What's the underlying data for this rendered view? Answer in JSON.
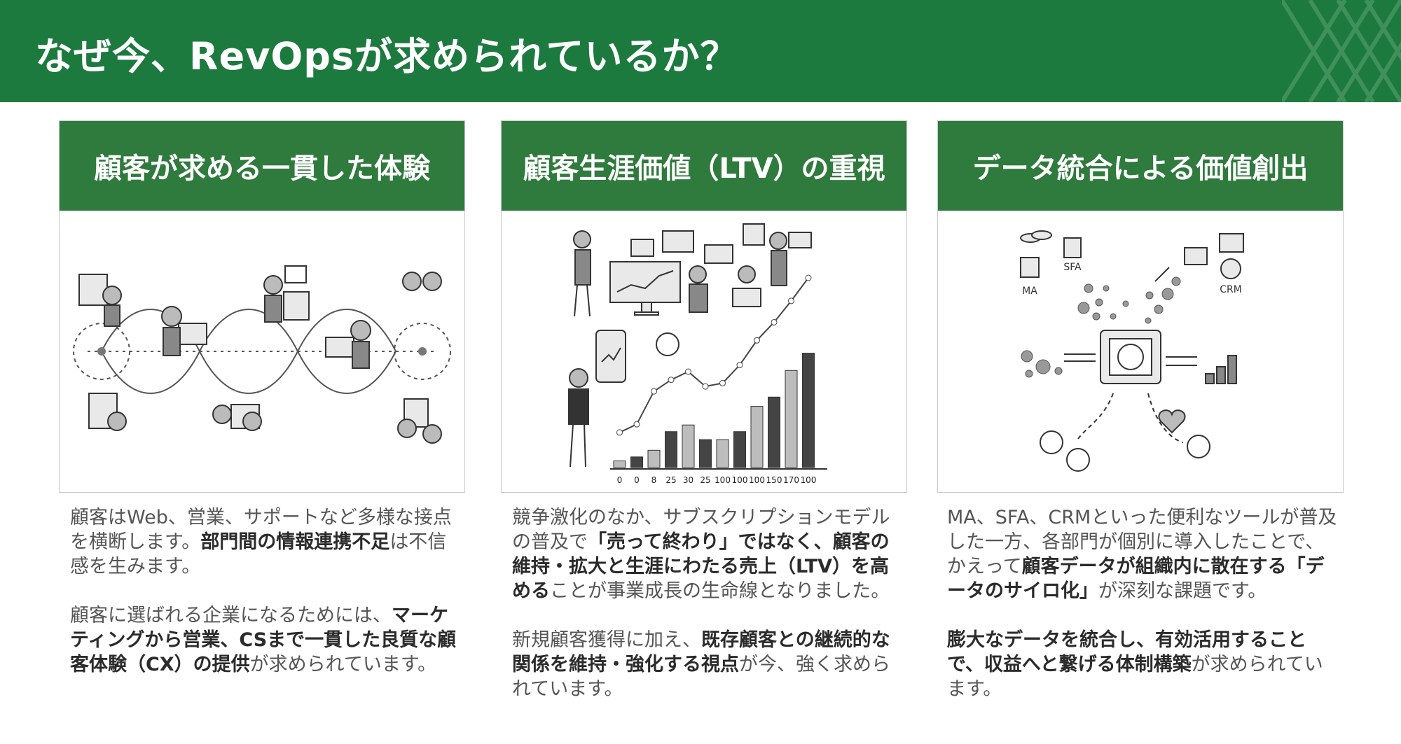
{
  "title": "なぜ今、RevOpsが求められているか？",
  "colors": {
    "header_bg": "#1c7a3e",
    "card_head_bg": "#2f7a3d",
    "text": "#555555",
    "bold_text": "#2b2b2b"
  },
  "cards": [
    {
      "heading": "顧客が求める一貫した体験",
      "image_icon": "customer-journey-infinity-illustration",
      "paragraphs": [
        {
          "a": "顧客はWeb、営業、サポートなど多様な接点を横断します。",
          "b": "部門間の情報連携不足",
          "c": "は不信感を生みます。"
        },
        {
          "a": "顧客に選ばれる企業になるためには、",
          "b": "マーケティングから営業、CSまで一貫した良質な顧客体験（CX）の提供",
          "c": "が求められています。"
        }
      ]
    },
    {
      "heading": "顧客生涯価値（LTV）の重視",
      "image_icon": "growth-chart-illustration",
      "chart_data": {
        "type": "bar",
        "categories": [
          "0",
          "0",
          "8",
          "25",
          "30",
          "25",
          "100",
          "100",
          "100",
          "150",
          "170",
          "100"
        ],
        "values": [
          0.05,
          0.08,
          0.13,
          0.27,
          0.32,
          0.21,
          0.21,
          0.27,
          0.46,
          0.53,
          0.73,
          0.86
        ],
        "line": [
          0.06,
          0.11,
          0.31,
          0.38,
          0.43,
          0.34,
          0.36,
          0.47,
          0.62,
          0.73,
          0.86,
          1.0
        ]
      },
      "paragraphs": [
        {
          "a": "競争激化のなか、サブスクリプションモデルの普及で",
          "b": "「売って終わり」ではなく、顧客の維持・拡大と生涯にわたる売上（LTV）を高める",
          "c": "ことが事業成長の生命線となりました。"
        },
        {
          "a": "新規顧客獲得に加え、",
          "b": "既存顧客との継続的な関係を維持・強化する視点",
          "c": "が今、強く求められています。"
        }
      ]
    },
    {
      "heading": "データ統合による価値創出",
      "image_icon": "data-integration-illustration",
      "labels": {
        "ma": "MA",
        "sfa": "SFA",
        "crm": "CRM"
      },
      "paragraphs": [
        {
          "a": "MA、SFA、CRMといった便利なツールが普及した一方、各部門が個別に導入したことで、かえって",
          "b": "顧客データが組織内に散在する「データのサイロ化」",
          "c": "が深刻な課題です。"
        },
        {
          "a": "",
          "b": "膨大なデータを統合し、有効活用することで、収益へと繋げる体制構築",
          "c": "が求められています。"
        }
      ]
    }
  ]
}
